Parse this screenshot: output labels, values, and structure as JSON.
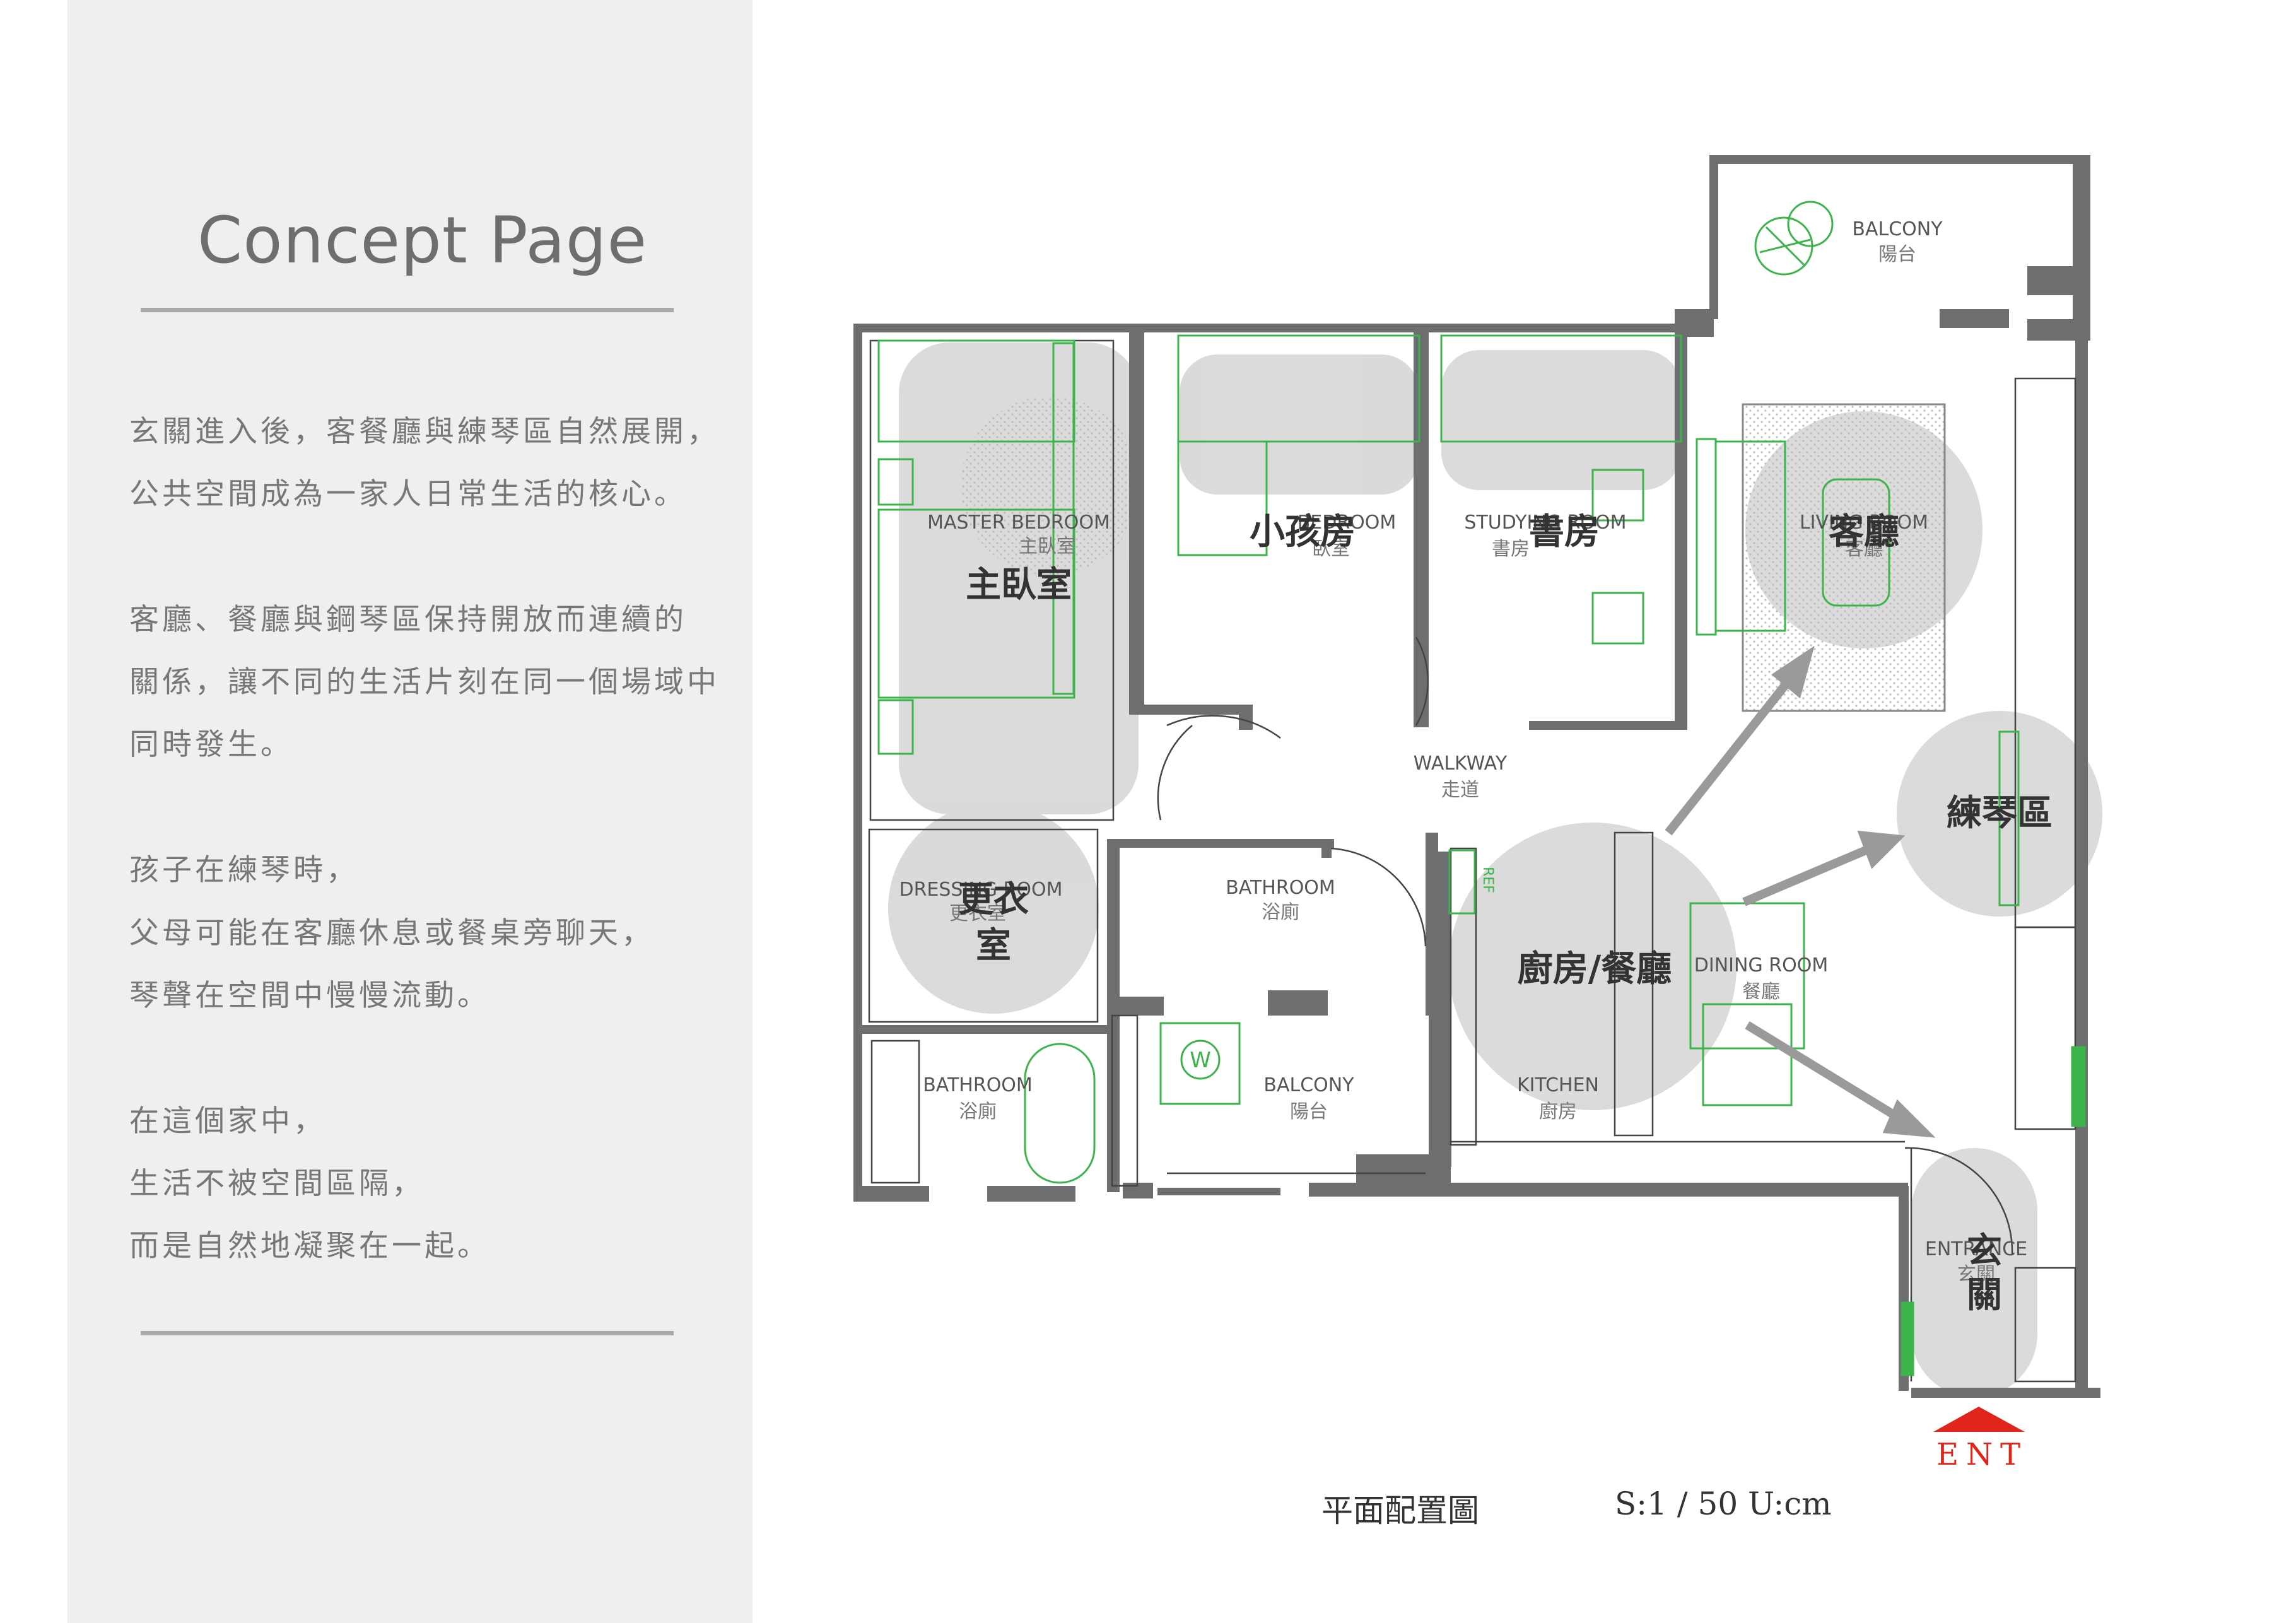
{
  "page": {
    "title": "Concept Page"
  },
  "paragraphs": [
    "玄關進入後，客餐廳與練琴區自然展開，",
    "公共空間成為一家人日常生活的核心。",
    "客廳、餐廳與鋼琴區保持開放而連續的",
    "關係，讓不同的生活片刻在同一個場域中",
    "同時發生。",
    "孩子在練琴時，",
    "父母可能在客廳休息或餐桌旁聊天，",
    "琴聲在空間中慢慢流動。",
    "在這個家中，",
    "生活不被空間區隔，",
    "而是自然地凝聚在一起。"
  ],
  "zones": {
    "master": "主臥室",
    "kid": "小孩房",
    "study": "書房",
    "living": "客廳",
    "piano": "練琴區",
    "dressing": "更衣室",
    "kitchen_dining": "廚房/餐廳",
    "entrance": "玄關"
  },
  "rooms": {
    "balcony_top_en": "BALCONY",
    "balcony_top_zh": "陽台",
    "master_en": "MASTER BEDROOM",
    "master_zh": "主臥室",
    "kid_en": "BEDROOM",
    "kid_zh": "臥室",
    "study_en": "STUDYING ROOM",
    "study_zh": "書房",
    "living_en": "LIVING ROOM",
    "living_zh": "客廳",
    "walkway_en": "WALKWAY",
    "walkway_zh": "走道",
    "dressing_en": "DRESSING ROOM",
    "dressing_zh": "更衣室",
    "bath1_en": "BATHROOM",
    "bath1_zh": "浴廁",
    "bath2_en": "BATHROOM",
    "bath2_zh": "浴廁",
    "balcony2_en": "BALCONY",
    "balcony2_zh": "陽台",
    "kitchen_en": "KITCHEN",
    "kitchen_zh": "廚房",
    "dining_en": "DINING ROOM",
    "dining_zh": "餐廳",
    "entrance_en": "ENTRANCE",
    "entrance_zh": "玄關",
    "washer": "W",
    "fridge": "REF"
  },
  "footer": {
    "plan_label": "平面配置圖",
    "scale": "S:1 / 50 U:cm",
    "ent": "ENT"
  },
  "colors": {
    "panel": "#eeeff0",
    "wall": "#6d6e70",
    "furniture": "#3cb44b",
    "zone": "#c8c8c8",
    "arrow": "#9a9a9a",
    "ent": "#e1251b"
  }
}
